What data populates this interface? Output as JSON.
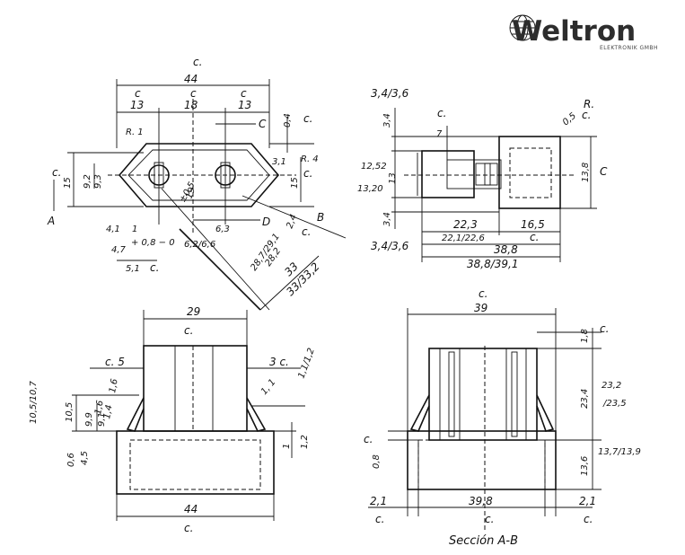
{
  "brand": {
    "name": "Weltron",
    "subtitle": "ELEKTRONIK GMBH"
  },
  "views": {
    "front": {
      "dims": [
        {
          "id": "c_top",
          "t": "c."
        },
        {
          "id": "w44",
          "t": "44"
        },
        {
          "id": "c_a",
          "t": "c"
        },
        {
          "id": "w13a",
          "t": "13"
        },
        {
          "id": "c_b",
          "t": "c"
        },
        {
          "id": "w18",
          "t": "18"
        },
        {
          "id": "c_c",
          "t": "c"
        },
        {
          "id": "w13b",
          "t": "13"
        },
        {
          "id": "arrowC",
          "t": "C"
        },
        {
          "id": "d04",
          "t": "0,4"
        },
        {
          "id": "c_d",
          "t": "c."
        },
        {
          "id": "R1",
          "t": "R. 1"
        },
        {
          "id": "R4",
          "t": "R. 4"
        },
        {
          "id": "d31",
          "t": "3,1"
        },
        {
          "id": "c_e",
          "t": "c."
        },
        {
          "id": "d15r",
          "t": "15"
        },
        {
          "id": "c_left",
          "t": "c."
        },
        {
          "id": "h15",
          "t": "15"
        },
        {
          "id": "d92",
          "t": "9,2"
        },
        {
          "id": "d93",
          "t": "9,3"
        },
        {
          "id": "A",
          "t": "A"
        },
        {
          "id": "ang",
          "t": "±0,5"
        },
        {
          "id": "d19",
          "t": "19"
        },
        {
          "id": "d63",
          "t": "6,3"
        },
        {
          "id": "arrowD",
          "t": "D"
        },
        {
          "id": "d62",
          "t": "6,2/6,6"
        },
        {
          "id": "d41",
          "t": "4,1"
        },
        {
          "id": "d1",
          "t": "1"
        },
        {
          "id": "d47",
          "t": "4,7"
        },
        {
          "id": "tol",
          "t": "+ 0,8\n− 0"
        },
        {
          "id": "d51",
          "t": "5,1"
        },
        {
          "id": "c_f",
          "t": "c."
        },
        {
          "id": "d24",
          "t": "2,4"
        },
        {
          "id": "c_g",
          "t": "c."
        },
        {
          "id": "B",
          "t": "B"
        },
        {
          "id": "d282",
          "t": "28,2"
        },
        {
          "id": "d2872",
          "t": "28,7/29,1"
        },
        {
          "id": "d33",
          "t": "33"
        },
        {
          "id": "d3332",
          "t": "33/33,2"
        }
      ]
    },
    "side": {
      "dims": [
        {
          "id": "d3436t",
          "t": "3,4/3,6"
        },
        {
          "id": "d34t",
          "t": "3,4"
        },
        {
          "id": "c_t",
          "t": "c."
        },
        {
          "id": "d7",
          "t": "7"
        },
        {
          "id": "R",
          "t": "R."
        },
        {
          "id": "d05",
          "t": "0,5"
        },
        {
          "id": "c_r",
          "t": "c."
        },
        {
          "id": "d1252",
          "t": "12,52"
        },
        {
          "id": "d13",
          "t": "13"
        },
        {
          "id": "d1320",
          "t": "13,20"
        },
        {
          "id": "d138",
          "t": "13,8"
        },
        {
          "id": "cC",
          "t": "C"
        },
        {
          "id": "d34b",
          "t": "3,4"
        },
        {
          "id": "d3436b",
          "t": "3,4/3,6"
        },
        {
          "id": "d223",
          "t": "22,3"
        },
        {
          "id": "d165",
          "t": "16,5"
        },
        {
          "id": "d221",
          "t": "22,1/22,6"
        },
        {
          "id": "c_s",
          "t": "c."
        },
        {
          "id": "d388",
          "t": "38,8"
        },
        {
          "id": "d3889",
          "t": "38,8/39,1"
        }
      ]
    },
    "bottomLeft": {
      "dims": [
        {
          "id": "d29",
          "t": "29"
        },
        {
          "id": "c1",
          "t": "c."
        },
        {
          "id": "c5",
          "t": "c. 5"
        },
        {
          "id": "d3c",
          "t": "3  c."
        },
        {
          "id": "d1112",
          "t": "1,1/1,2"
        },
        {
          "id": "d11",
          "t": "1, 1"
        },
        {
          "id": "d105",
          "t": "10,5"
        },
        {
          "id": "d1057",
          "t": "10,5/10,7"
        },
        {
          "id": "d99",
          "t": "9,9"
        },
        {
          "id": "d91",
          "t": "9,1"
        },
        {
          "id": "d16",
          "t": "1,6"
        },
        {
          "id": "d16b",
          "t": "1,6"
        },
        {
          "id": "d14",
          "t": "1,4"
        },
        {
          "id": "d06",
          "t": "0,6"
        },
        {
          "id": "d45",
          "t": "4,5"
        },
        {
          "id": "d1",
          "t": "1"
        },
        {
          "id": "d12",
          "t": "1,2"
        },
        {
          "id": "d44",
          "t": "44"
        },
        {
          "id": "c2",
          "t": "c."
        }
      ]
    },
    "section": {
      "caption": "Sección A-B",
      "dims": [
        {
          "id": "c_top",
          "t": "c."
        },
        {
          "id": "d39",
          "t": "39"
        },
        {
          "id": "d18",
          "t": "1,8"
        },
        {
          "id": "c_r1",
          "t": "c."
        },
        {
          "id": "d234",
          "t": "23,4"
        },
        {
          "id": "d232",
          "t": "23,2"
        },
        {
          "id": "d235",
          "t": "/23,5"
        },
        {
          "id": "c_l",
          "t": "c."
        },
        {
          "id": "d08",
          "t": "0,8"
        },
        {
          "id": "d136",
          "t": "13,6"
        },
        {
          "id": "d137",
          "t": "13,7/13,9"
        },
        {
          "id": "d21l",
          "t": "2,1"
        },
        {
          "id": "d398",
          "t": "39,8"
        },
        {
          "id": "d21r",
          "t": "2,1"
        },
        {
          "id": "c_bl",
          "t": "c."
        },
        {
          "id": "c_bm",
          "t": "c."
        },
        {
          "id": "c_br",
          "t": "c."
        }
      ]
    }
  }
}
